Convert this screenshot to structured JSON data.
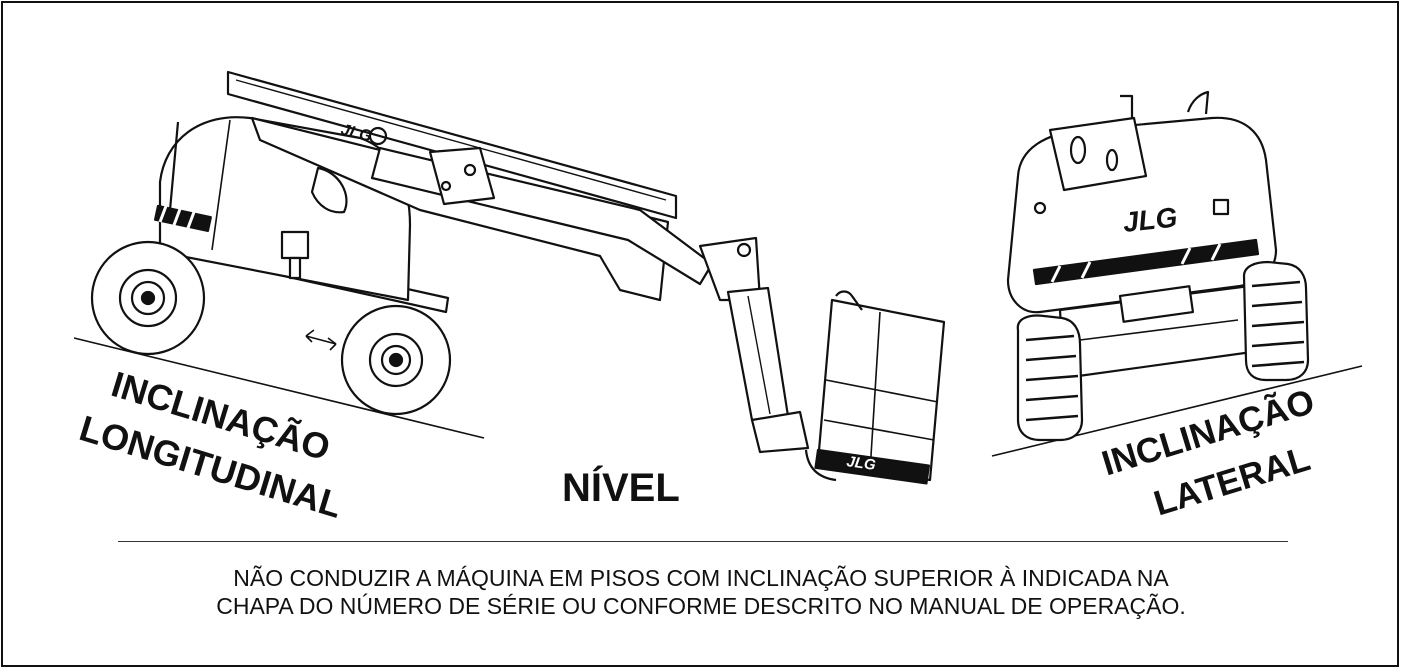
{
  "labels": {
    "longitudinal_line1": "INCLINAÇÃO",
    "longitudinal_line2": "LONGITUDINAL",
    "level": "NÍVEL",
    "lateral_line1": "INCLINAÇÃO",
    "lateral_line2": "LATERAL"
  },
  "brand": {
    "logo_text": "JLG"
  },
  "warning": {
    "line1": "NÃO CONDUZIR A MÁQUINA EM PISOS COM INCLINAÇÃO SUPERIOR À INDICADA NA",
    "line2": "CHAPA DO NÚMERO DE SÉRIE OU CONFORME DESCRITO NO MANUAL DE OPERAÇÃO."
  },
  "colors": {
    "ink": "#111111",
    "paper": "#ffffff"
  },
  "icons": {
    "longitudinal": "boom-lift-side-view-icon",
    "lateral": "boom-lift-rear-view-icon"
  }
}
